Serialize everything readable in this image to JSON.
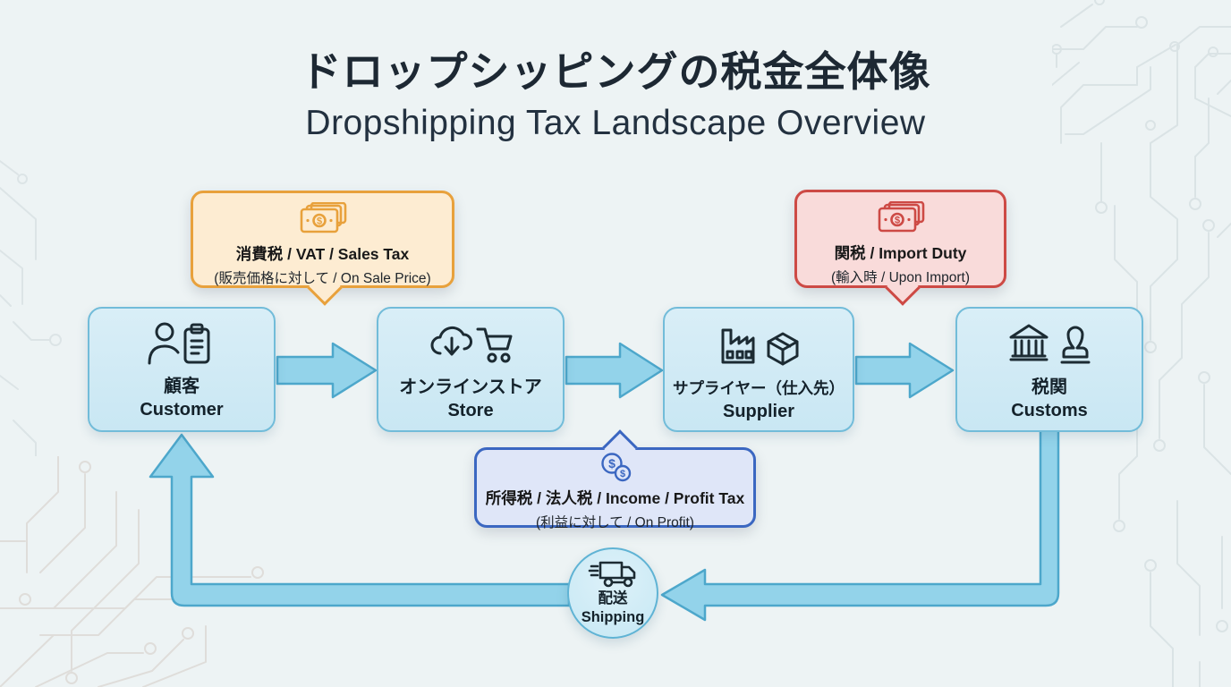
{
  "title": {
    "jp": "ドロップシッピングの税金全体像",
    "en": "Dropshipping Tax Landscape Overview"
  },
  "flow_nodes": [
    {
      "id": "customer",
      "jp": "顧客",
      "en": "Customer",
      "icons": [
        "person-icon",
        "clipboard-icon"
      ]
    },
    {
      "id": "store",
      "jp": "オンラインストア",
      "en": "Store",
      "icons": [
        "cloud-download-icon",
        "shopping-cart-icon"
      ]
    },
    {
      "id": "supplier",
      "jp": "サプライヤー（仕入先）",
      "en": "Supplier",
      "icons": [
        "factory-icon",
        "package-icon"
      ]
    },
    {
      "id": "customs",
      "jp": "税関",
      "en": "Customs",
      "icons": [
        "bank-icon",
        "stamp-icon"
      ]
    }
  ],
  "tax_callouts": [
    {
      "id": "sales-tax",
      "line1": "消費税 / VAT / Sales Tax",
      "line2": "(販売価格に対して / On Sale Price)",
      "icon": "banknotes-icon",
      "accent": "#e8a13c",
      "fill": "#fdecd2",
      "points_to": "customer-store-arrow"
    },
    {
      "id": "import-duty",
      "line1": "関税 / Import Duty",
      "line2": "(輸入時 / Upon Import)",
      "icon": "banknotes-icon",
      "accent": "#cd4a45",
      "fill": "#f9dbda",
      "points_to": "supplier-customs-arrow"
    },
    {
      "id": "income-tax",
      "line1": "所得税 / 法人税 / Income / Profit Tax",
      "line2": "(利益に対して / On Profit)",
      "icon": "coins-icon",
      "accent": "#3b67c1",
      "fill": "#dfe6f8",
      "points_to": "store-supplier-arrow"
    }
  ],
  "shipping_node": {
    "jp": "配送",
    "en": "Shipping",
    "icon": "truck-icon"
  },
  "colors": {
    "background": "#edf3f4",
    "node_fill": "#c9e7f3",
    "node_border": "#72bcd9",
    "arrow_fill": "#93d3ea",
    "arrow_border": "#4da7cb",
    "sales_tax_accent": "#e8a13c",
    "sales_tax_fill": "#fdecd2",
    "import_duty_accent": "#cd4a45",
    "import_duty_fill": "#f9dbda",
    "income_tax_accent": "#3b67c1",
    "income_tax_fill": "#dfe6f8",
    "icon_stroke": "#1c2b33",
    "title_color": "#1d2833"
  }
}
